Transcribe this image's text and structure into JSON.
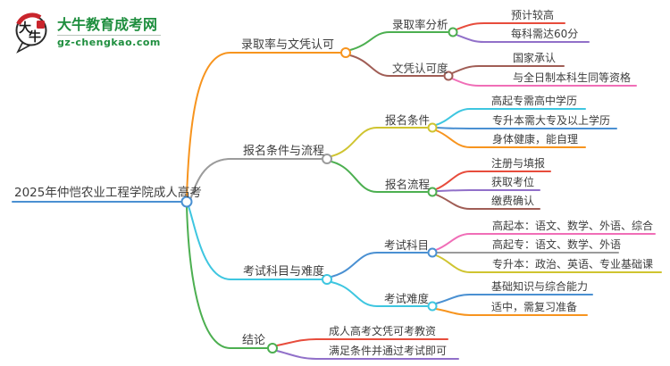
{
  "logo": {
    "title": "大牛教育成考网",
    "subtitle": "gz-chengkao.com",
    "badge_char_top": "大",
    "badge_char_bottom": "牛",
    "brand_green": "#1e8e3e",
    "seal_red": "#c9252c"
  },
  "palette": {
    "blue": "#4a90d2",
    "orange": "#f7941e",
    "gray": "#9b9b9b",
    "cyan": "#3ec6e0",
    "green": "#4caf50",
    "red": "#e74c3c",
    "purple": "#9170c9",
    "brown": "#a05d55",
    "pink": "#f06eb7",
    "olive": "#cfc430",
    "text": "#3d3d3d"
  },
  "mindmap": {
    "root": {
      "label": "2025年仲恺农业工程学院成人高考",
      "color": "#4a90d2"
    },
    "branches": [
      {
        "label": "录取率与文凭认可",
        "color": "#f7941e",
        "children": [
          {
            "label": "录取率分析",
            "color": "#4caf50",
            "children": [
              {
                "label": "预计较高",
                "color": "#e74c3c"
              },
              {
                "label": "每科需达60分",
                "color": "#9170c9"
              }
            ]
          },
          {
            "label": "文凭认可度",
            "color": "#a05d55",
            "children": [
              {
                "label": "国家承认",
                "color": "#a05d55"
              },
              {
                "label": "与全日制本科生同等资格",
                "color": "#f06eb7"
              }
            ]
          }
        ]
      },
      {
        "label": "报名条件与流程",
        "color": "#9b9b9b",
        "children": [
          {
            "label": "报名条件",
            "color": "#cfc430",
            "children": [
              {
                "label": "高起专需高中学历",
                "color": "#3ec6e0"
              },
              {
                "label": "专升本需大专及以上学历",
                "color": "#4a90d2"
              },
              {
                "label": "身体健康，能自理",
                "color": "#f7941e"
              }
            ]
          },
          {
            "label": "报名流程",
            "color": "#4caf50",
            "children": [
              {
                "label": "注册与填报",
                "color": "#e74c3c"
              },
              {
                "label": "获取考位",
                "color": "#9170c9"
              },
              {
                "label": "缴费确认",
                "color": "#a05d55"
              }
            ]
          }
        ]
      },
      {
        "label": "考试科目与难度",
        "color": "#3ec6e0",
        "children": [
          {
            "label": "考试科目",
            "color": "#4a90d2",
            "children": [
              {
                "label": "高起本：语文、数学、外语、综合",
                "color": "#f06eb7"
              },
              {
                "label": "高起专：语文、数学、外语",
                "color": "#9b9b9b"
              },
              {
                "label": "专升本：政治、英语、专业基础课",
                "color": "#cfc430"
              }
            ]
          },
          {
            "label": "考试难度",
            "color": "#3ec6e0",
            "children": [
              {
                "label": "基础知识与综合能力",
                "color": "#4a90d2"
              },
              {
                "label": "适中，需复习准备",
                "color": "#f7941e"
              }
            ]
          }
        ]
      },
      {
        "label": "结论",
        "color": "#4caf50",
        "children": [
          {
            "label": "成人高考文凭可考教资",
            "color": "#e74c3c"
          },
          {
            "label": "满足条件并通过考试即可",
            "color": "#9170c9"
          }
        ]
      }
    ]
  }
}
